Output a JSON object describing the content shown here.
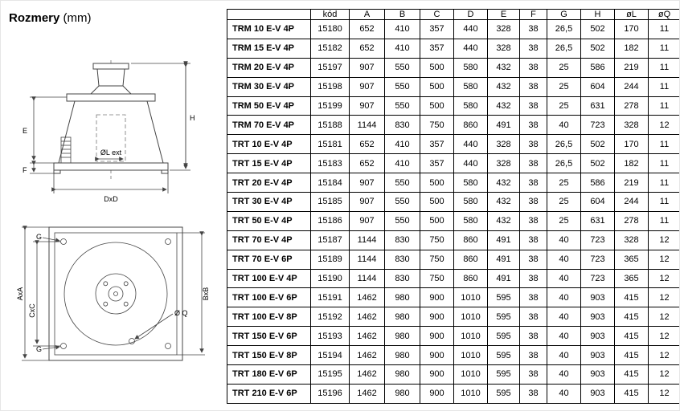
{
  "page": {
    "title_bold": "Rozmery",
    "title_unit": "(mm)"
  },
  "drawings": {
    "side_view": {
      "labels": {
        "h": "H",
        "e": "E",
        "f": "F",
        "ol_ext": "ØL ext",
        "dxd": "DxD"
      }
    },
    "top_view": {
      "labels": {
        "g_top": "G",
        "g_bottom": "G",
        "axa": "AxA",
        "cxc": "CxC",
        "bxb": "BxB",
        "oq": "Ø Q"
      }
    }
  },
  "table": {
    "headers": [
      "",
      "kód",
      "A",
      "B",
      "C",
      "D",
      "E",
      "F",
      "G",
      "H",
      "øL",
      "øQ"
    ],
    "rows": [
      [
        "TRM 10 E-V 4P",
        "15180",
        "652",
        "410",
        "357",
        "440",
        "328",
        "38",
        "26,5",
        "502",
        "170",
        "11"
      ],
      [
        "TRM 15 E-V 4P",
        "15182",
        "652",
        "410",
        "357",
        "440",
        "328",
        "38",
        "26,5",
        "502",
        "182",
        "11"
      ],
      [
        "TRM 20 E-V 4P",
        "15197",
        "907",
        "550",
        "500",
        "580",
        "432",
        "38",
        "25",
        "586",
        "219",
        "11"
      ],
      [
        "TRM 30 E-V 4P",
        "15198",
        "907",
        "550",
        "500",
        "580",
        "432",
        "38",
        "25",
        "604",
        "244",
        "11"
      ],
      [
        "TRM 50 E-V 4P",
        "15199",
        "907",
        "550",
        "500",
        "580",
        "432",
        "38",
        "25",
        "631",
        "278",
        "11"
      ],
      [
        "TRM 70 E-V 4P",
        "15188",
        "1144",
        "830",
        "750",
        "860",
        "491",
        "38",
        "40",
        "723",
        "328",
        "12"
      ],
      [
        "TRT 10 E-V 4P",
        "15181",
        "652",
        "410",
        "357",
        "440",
        "328",
        "38",
        "26,5",
        "502",
        "170",
        "11"
      ],
      [
        "TRT 15 E-V 4P",
        "15183",
        "652",
        "410",
        "357",
        "440",
        "328",
        "38",
        "26,5",
        "502",
        "182",
        "11"
      ],
      [
        "TRT 20 E-V 4P",
        "15184",
        "907",
        "550",
        "500",
        "580",
        "432",
        "38",
        "25",
        "586",
        "219",
        "11"
      ],
      [
        "TRT 30 E-V 4P",
        "15185",
        "907",
        "550",
        "500",
        "580",
        "432",
        "38",
        "25",
        "604",
        "244",
        "11"
      ],
      [
        "TRT 50 E-V 4P",
        "15186",
        "907",
        "550",
        "500",
        "580",
        "432",
        "38",
        "25",
        "631",
        "278",
        "11"
      ],
      [
        "TRT 70 E-V 4P",
        "15187",
        "1144",
        "830",
        "750",
        "860",
        "491",
        "38",
        "40",
        "723",
        "328",
        "12"
      ],
      [
        "TRT 70 E-V 6P",
        "15189",
        "1144",
        "830",
        "750",
        "860",
        "491",
        "38",
        "40",
        "723",
        "365",
        "12"
      ],
      [
        "TRT 100 E-V 4P",
        "15190",
        "1144",
        "830",
        "750",
        "860",
        "491",
        "38",
        "40",
        "723",
        "365",
        "12"
      ],
      [
        "TRT 100 E-V 6P",
        "15191",
        "1462",
        "980",
        "900",
        "1010",
        "595",
        "38",
        "40",
        "903",
        "415",
        "12"
      ],
      [
        "TRT 100 E-V 8P",
        "15192",
        "1462",
        "980",
        "900",
        "1010",
        "595",
        "38",
        "40",
        "903",
        "415",
        "12"
      ],
      [
        "TRT 150 E-V 6P",
        "15193",
        "1462",
        "980",
        "900",
        "1010",
        "595",
        "38",
        "40",
        "903",
        "415",
        "12"
      ],
      [
        "TRT 150 E-V 8P",
        "15194",
        "1462",
        "980",
        "900",
        "1010",
        "595",
        "38",
        "40",
        "903",
        "415",
        "12"
      ],
      [
        "TRT 180 E-V 6P",
        "15195",
        "1462",
        "980",
        "900",
        "1010",
        "595",
        "38",
        "40",
        "903",
        "415",
        "12"
      ],
      [
        "TRT 210 E-V 6P",
        "15196",
        "1462",
        "980",
        "900",
        "1010",
        "595",
        "38",
        "40",
        "903",
        "415",
        "12"
      ]
    ]
  }
}
